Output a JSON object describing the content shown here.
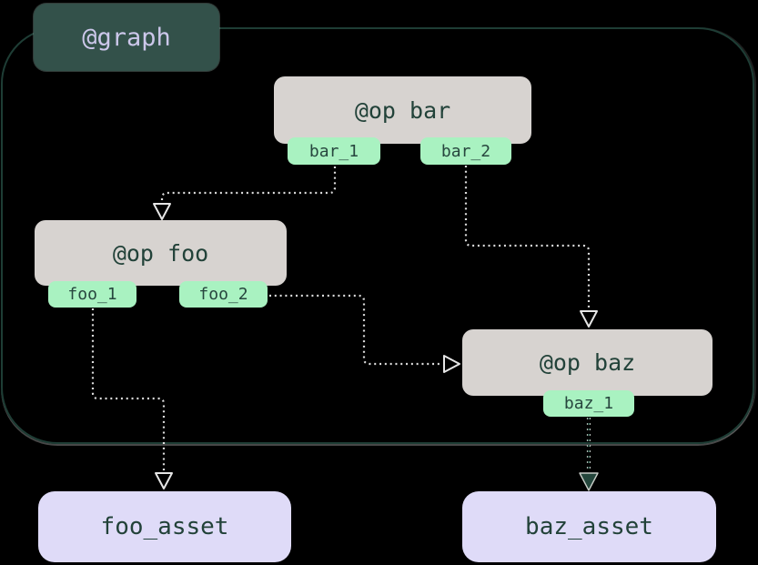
{
  "graph": {
    "label": "@graph",
    "ops": [
      {
        "name": "bar",
        "label": "@op bar",
        "outputs": [
          "bar_1",
          "bar_2"
        ]
      },
      {
        "name": "foo",
        "label": "@op foo",
        "outputs": [
          "foo_1",
          "foo_2"
        ]
      },
      {
        "name": "baz",
        "label": "@op baz",
        "outputs": [
          "baz_1"
        ]
      }
    ]
  },
  "assets": [
    {
      "label": "foo_asset"
    },
    {
      "label": "baz_asset"
    }
  ],
  "edges": [
    {
      "from": "bar_1",
      "to": "@op foo"
    },
    {
      "from": "bar_2",
      "to": "@op baz"
    },
    {
      "from": "foo_2",
      "to": "@op baz"
    },
    {
      "from": "foo_1",
      "to": "foo_asset"
    },
    {
      "from": "baz_1",
      "to": "baz_asset"
    }
  ],
  "colors": {
    "background": "#000000",
    "graph-border": "#1E3D35",
    "graph-label-bg": "#33514A",
    "graph-label-text": "#CCC7EA",
    "op-bg": "#D7D3D0",
    "op-text": "#224239",
    "tag-bg": "#A9F2C1",
    "tag-text": "#27463E",
    "asset-bg": "#DFDBF8",
    "asset-text": "#224239",
    "edge-light": "#DCDCDC",
    "edge-dark": "#24463C"
  }
}
